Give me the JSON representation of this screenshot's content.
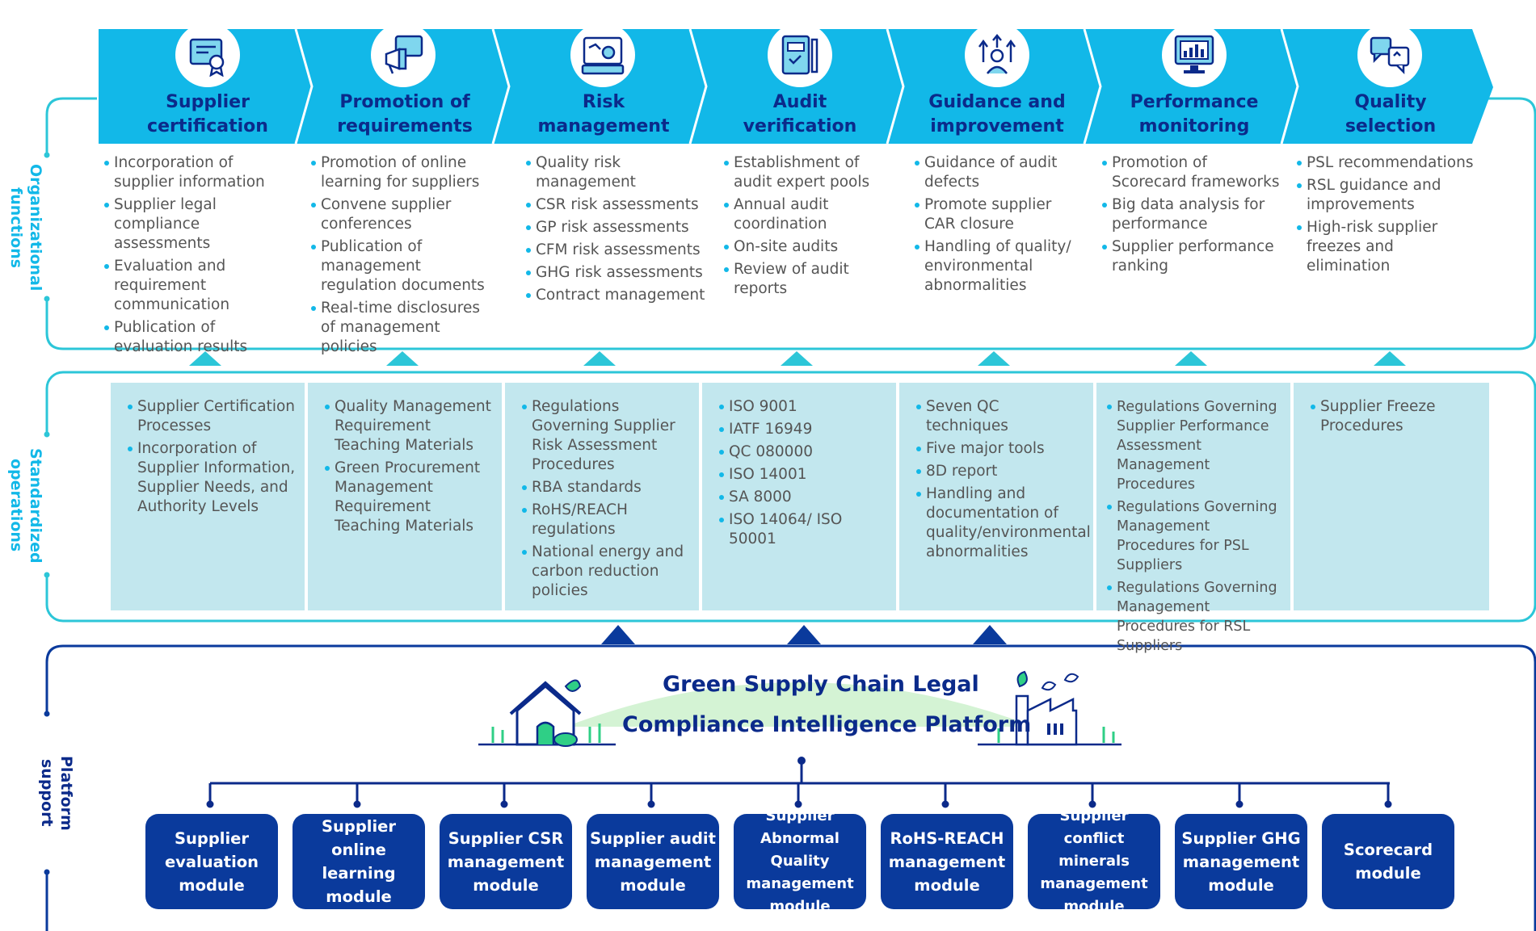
{
  "colors": {
    "cyan": "#12b8e8",
    "teal": "#2cc6d8",
    "light_box": "#c2e7ee",
    "navy": "#0a3a9c",
    "title_navy": "#0b2a8a"
  },
  "stages": [
    {
      "title1": "Supplier",
      "title2": "certification",
      "icon": "certificate-icon"
    },
    {
      "title1": "Promotion of",
      "title2": "requirements",
      "icon": "megaphone-icon"
    },
    {
      "title1": "Risk",
      "title2": "management",
      "icon": "risk-settings-icon"
    },
    {
      "title1": "Audit",
      "title2": "verification",
      "icon": "audit-checklist-icon"
    },
    {
      "title1": "Guidance and",
      "title2": "improvement",
      "icon": "people-growth-icon"
    },
    {
      "title1": "Performance",
      "title2": "monitoring",
      "icon": "monitor-chart-icon"
    },
    {
      "title1": "Quality",
      "title2": "selection",
      "icon": "selection-chat-icon"
    }
  ],
  "side_labels": {
    "organizational": [
      "Organizational",
      "functions"
    ],
    "standardized": [
      "Standardized",
      "operations"
    ],
    "platform": [
      "Platform support"
    ]
  },
  "functions": [
    [
      "Incorporation of supplier information",
      "Supplier legal compliance assessments",
      "Evaluation and requirement communication",
      "Publication of evaluation results"
    ],
    [
      "Promotion of online learning for suppliers",
      "Convene supplier conferences",
      "Publication of management regulation documents",
      "Real-time disclosures of management policies"
    ],
    [
      "Quality risk management",
      "CSR risk assessments",
      "GP risk assessments",
      "CFM risk assessments",
      "GHG risk assessments",
      "Contract management"
    ],
    [
      "Establishment of audit expert pools",
      "Annual audit coordination",
      "On-site audits",
      "Review of audit reports"
    ],
    [
      "Guidance of audit defects",
      "Promote supplier CAR closure",
      "Handling of quality/ environmental abnormalities"
    ],
    [
      "Promotion of Scorecard frameworks",
      "Big data analysis for performance",
      "Supplier performance ranking"
    ],
    [
      "PSL recommendations",
      "RSL guidance and improvements",
      "High-risk supplier freezes and elimination"
    ]
  ],
  "standards": [
    [
      "Supplier Certification Processes",
      "Incorporation of Supplier Information, Supplier Needs, and Authority Levels"
    ],
    [
      "Quality Management Requirement Teaching Materials",
      "Green Procurement Management Requirement Teaching Materials"
    ],
    [
      "Regulations Governing Supplier Risk Assessment Procedures",
      "RBA standards",
      "RoHS/REACH regulations",
      "National energy and carbon reduction policies"
    ],
    [
      "ISO 9001",
      "IATF 16949",
      "QC 080000",
      "ISO 14001",
      "SA 8000",
      "ISO 14064/ ISO 50001"
    ],
    [
      "Seven QC techniques",
      "Five major tools",
      "8D report",
      "Handling and documentation of quality/environmental abnormalities"
    ],
    [
      "Regulations Governing Supplier Performance Assessment Management Procedures",
      "Regulations Governing Management Procedures for PSL Suppliers",
      "Regulations Governing Management Procedures for RSL Suppliers"
    ],
    [
      "Supplier Freeze Procedures"
    ]
  ],
  "platform": {
    "title_line1": "Green Supply Chain Legal",
    "title_line2": "Compliance Intelligence Platform"
  },
  "modules": [
    [
      "Supplier",
      "evaluation",
      "module"
    ],
    [
      "Supplier",
      "online learning",
      "module"
    ],
    [
      "Supplier CSR",
      "management",
      "module"
    ],
    [
      "Supplier audit",
      "management",
      "module"
    ],
    [
      "Supplier",
      "Abnormal Quality",
      "management",
      "module"
    ],
    [
      "RoHS-REACH",
      "management",
      "module"
    ],
    [
      "Supplier",
      "conflict minerals",
      "management",
      "module"
    ],
    [
      "Supplier GHG",
      "management",
      "module"
    ],
    [
      "Scorecard",
      "module"
    ]
  ]
}
